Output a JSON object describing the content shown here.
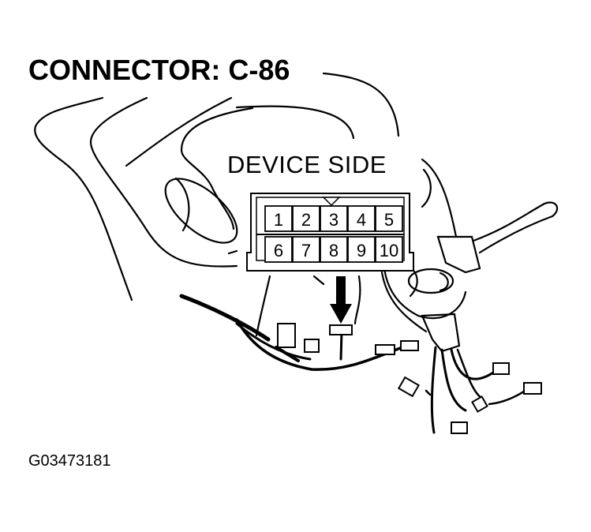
{
  "diagram": {
    "title": "CONNECTOR: C-86",
    "subtitle": "DEVICE SIDE",
    "figure_id": "G03473181",
    "connector": {
      "pin_rows": [
        [
          "1",
          "2",
          "3",
          "4",
          "5"
        ],
        [
          "6",
          "7",
          "8",
          "9",
          "10"
        ]
      ],
      "key_position": "above pin 3"
    },
    "colors": {
      "line": "#000000",
      "background": "#ffffff"
    }
  }
}
